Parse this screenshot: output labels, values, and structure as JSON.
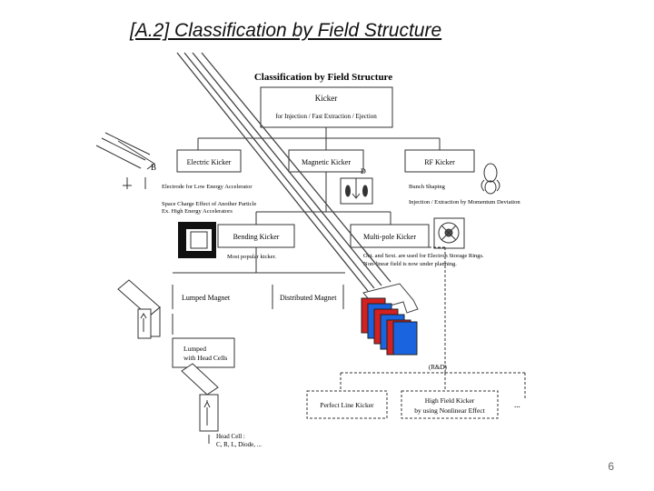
{
  "slide": {
    "title": "[A.2] Classification by Field Structure",
    "page_number": "6"
  },
  "diagram": {
    "header": "Classification by Field Structure",
    "root": {
      "label": "Kicker",
      "sublabel": "for Injection / Fast Extraction / Ejection"
    },
    "level1": {
      "electric": {
        "label": "Electric Kicker",
        "note1": "Electrode for Low Energy Accelerator",
        "note2": "Space Charge Effect of Another Particle",
        "note3": "Ex. High Energy Accelerators"
      },
      "magnetic": {
        "label": "Magnetic Kicker"
      },
      "rf": {
        "label": "RF Kicker",
        "note1": "Bunch Shaping",
        "note2": "Injection / Extraction by Momentum Deviation"
      }
    },
    "level2": {
      "bending": {
        "label": "Bending Kicker",
        "note": "Most popular kicker."
      },
      "multipole": {
        "label": "Multi-pole Kicker",
        "note1": "Oct. and Sext. are used for Electron Storage Rings.",
        "note2": "Non-linear field is now under planning."
      }
    },
    "level3": {
      "lumped": {
        "label": "Lumped Magnet"
      },
      "distributed": {
        "label": "Distributed Magnet"
      },
      "lumped_cells": {
        "line1": "Lumped",
        "line2": "with Head Cells"
      }
    },
    "rnd": {
      "label": "(R&D)",
      "perfect": {
        "label": "Perfect Line Kicker"
      },
      "highfield": {
        "line1": "High Field Kicker",
        "line2": "by using Nonlinear Effect"
      },
      "ellipsis": "..."
    },
    "head_cell": {
      "line1": "Head Cell :",
      "line2": "C, R, L, Diode, ..."
    },
    "symbols": {
      "b": "B",
      "d": "D"
    },
    "colors": {
      "stack_red": "#d42020",
      "stack_blue": "#1a64e0",
      "beam": "#444444"
    }
  }
}
